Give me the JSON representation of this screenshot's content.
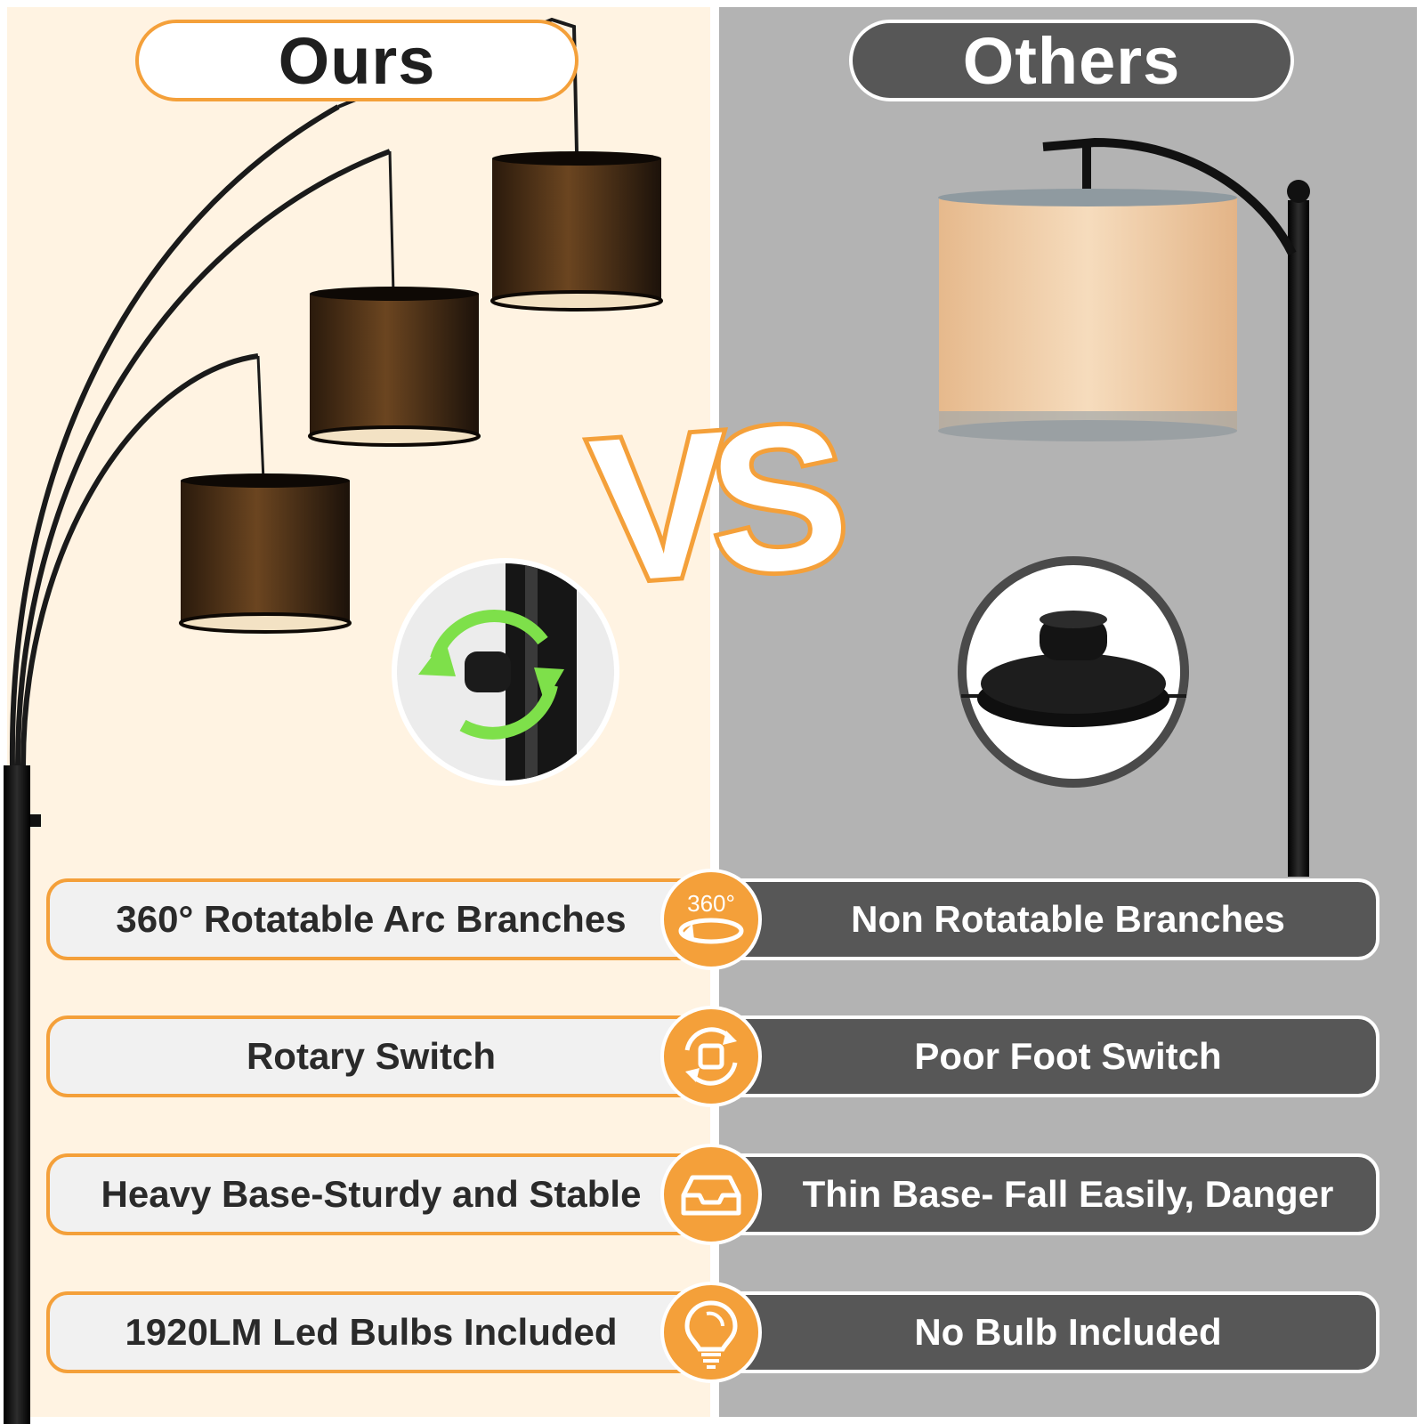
{
  "header": {
    "ours_label": "Ours",
    "others_label": "Others"
  },
  "vs_label": "VS",
  "comparisons": [
    {
      "icon": "rotate-360-icon",
      "badge_text": "360°",
      "ours": "360° Rotatable Arc Branches",
      "others": "Non Rotatable Branches"
    },
    {
      "icon": "rotary-switch-icon",
      "ours": "Rotary Switch",
      "others": "Poor Foot Switch"
    },
    {
      "icon": "base-tray-icon",
      "ours": "Heavy Base-Sturdy and Stable",
      "others": "Thin Base- Fall Easily, Danger"
    },
    {
      "icon": "light-bulb-icon",
      "ours": "1920LM Led Bulbs Included",
      "others": "No Bulb Included"
    }
  ],
  "colors": {
    "accent": "#f4a03a",
    "ours_bg": "#fff3e2",
    "others_bg": "#b3b3b3",
    "dark_pill": "#575757",
    "rotate_arrow": "#7ee04a"
  }
}
